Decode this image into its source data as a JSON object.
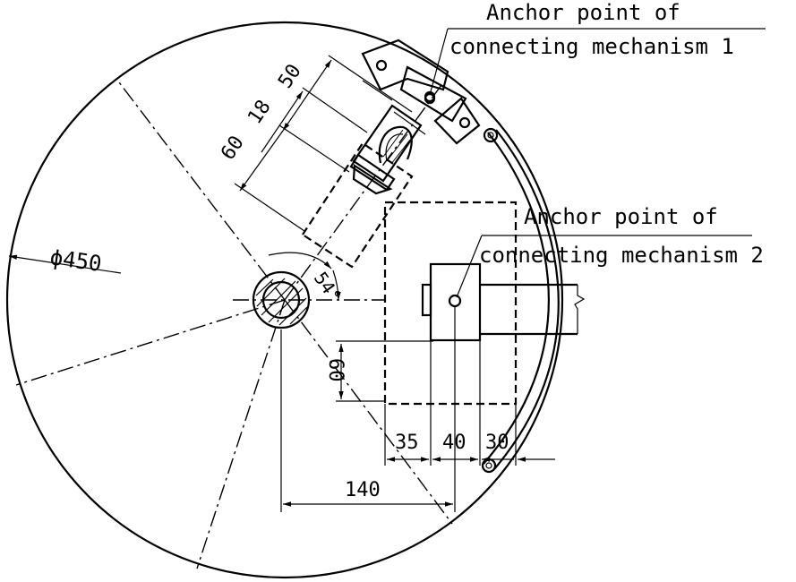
{
  "annotations": {
    "anchor1_line1": "Anchor point of",
    "anchor1_line2": "connecting mechanism 1",
    "anchor2_line1": "Anchor point of",
    "anchor2_line2": "connecting mechanism 2"
  },
  "dimensions": {
    "diameter": "ϕ450",
    "d60_upper": "60",
    "d18": "18",
    "d50": "50",
    "angle": "54°",
    "d60_lower": "60",
    "d35": "35",
    "d40": "40",
    "d30": "30",
    "d140": "140"
  }
}
